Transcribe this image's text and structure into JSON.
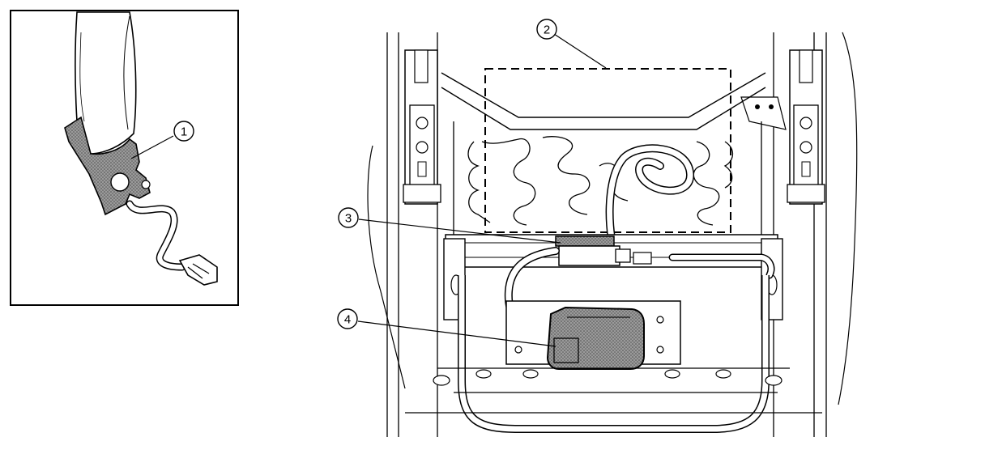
{
  "figure": {
    "callouts": [
      {
        "id": "callout-1",
        "number": "1"
      },
      {
        "id": "callout-2",
        "number": "2"
      },
      {
        "id": "callout-3",
        "number": "3"
      },
      {
        "id": "callout-4",
        "number": "4"
      }
    ],
    "colors": {
      "line": "#000000",
      "paper": "#ffffff",
      "shaded_part": "#8a8a8a"
    }
  }
}
